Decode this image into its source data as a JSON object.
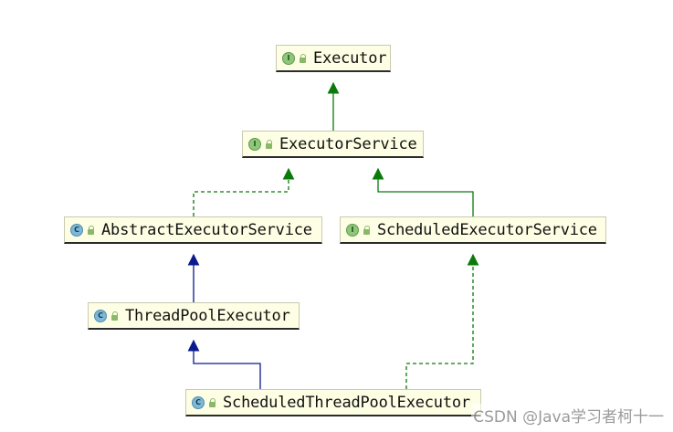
{
  "nodes": [
    {
      "id": "executor",
      "label": "Executor",
      "kind": "interface",
      "badge": "I"
    },
    {
      "id": "executor-service",
      "label": "ExecutorService",
      "kind": "interface",
      "badge": "I"
    },
    {
      "id": "abstract-executor-service",
      "label": "AbstractExecutorService",
      "kind": "class",
      "badge": "C"
    },
    {
      "id": "scheduled-executor-service",
      "label": "ScheduledExecutorService",
      "kind": "interface",
      "badge": "I"
    },
    {
      "id": "thread-pool-executor",
      "label": "ThreadPoolExecutor",
      "kind": "class",
      "badge": "C"
    },
    {
      "id": "scheduled-thread-pool-executor",
      "label": "ScheduledThreadPoolExecutor",
      "kind": "class",
      "badge": "C"
    }
  ],
  "edges": [
    {
      "from": "executor-service",
      "to": "executor",
      "type": "extends-interface"
    },
    {
      "from": "abstract-executor-service",
      "to": "executor-service",
      "type": "implements"
    },
    {
      "from": "scheduled-executor-service",
      "to": "executor-service",
      "type": "extends-interface"
    },
    {
      "from": "thread-pool-executor",
      "to": "abstract-executor-service",
      "type": "extends-class"
    },
    {
      "from": "scheduled-thread-pool-executor",
      "to": "thread-pool-executor",
      "type": "extends-class"
    },
    {
      "from": "scheduled-thread-pool-executor",
      "to": "scheduled-executor-service",
      "type": "implements"
    }
  ],
  "colors": {
    "interface_edge": "#0a7a0a",
    "class_edge": "#0b1a8c",
    "node_fill": "#fefee4",
    "interface_badge": "#8fc77a",
    "class_badge": "#7fb8d6"
  },
  "watermark": "CSDN @Java学习者柯十一"
}
